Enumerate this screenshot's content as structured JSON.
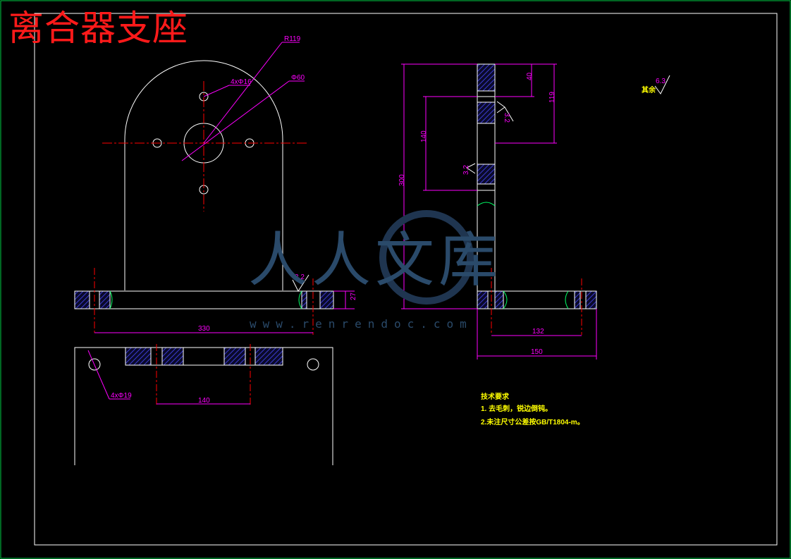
{
  "drawing": {
    "title": "离合器支座",
    "colors": {
      "background": "#000000",
      "outline": "#ffffff",
      "dimension": "#ff00ff",
      "centerline": "#ff0000",
      "hatch": "#3030b0",
      "break_line": "#00ff66",
      "notes": "#ffff00",
      "title": "#ff1a1a",
      "frame": "#00cc44"
    }
  },
  "front_view": {
    "dim_radius": "R119",
    "dim_holes": "4xΦ16",
    "dim_bore": "Φ60",
    "dim_width": "330",
    "dim_base_thk": "27",
    "roughness": "3.2"
  },
  "side_view": {
    "dim_top": "40",
    "dim_upper": "119",
    "dim_mid": "140",
    "dim_height": "300",
    "dim_base_inner": "132",
    "dim_base_width": "150",
    "roughness_right": "3.2",
    "roughness_left": "3.2"
  },
  "top_view": {
    "dim_holes": "4xΦ19",
    "dim_spacing": "140"
  },
  "surface_finish": {
    "label": "其余",
    "value": "6.3"
  },
  "technical_requirements": {
    "heading": "技术要求",
    "items": [
      "1. 去毛刺，锐边倒钝。",
      "2.未注尺寸公差按GB/T1804-m。"
    ]
  },
  "watermark": {
    "text": "人人文库",
    "url": "www.renrendoc.com"
  }
}
